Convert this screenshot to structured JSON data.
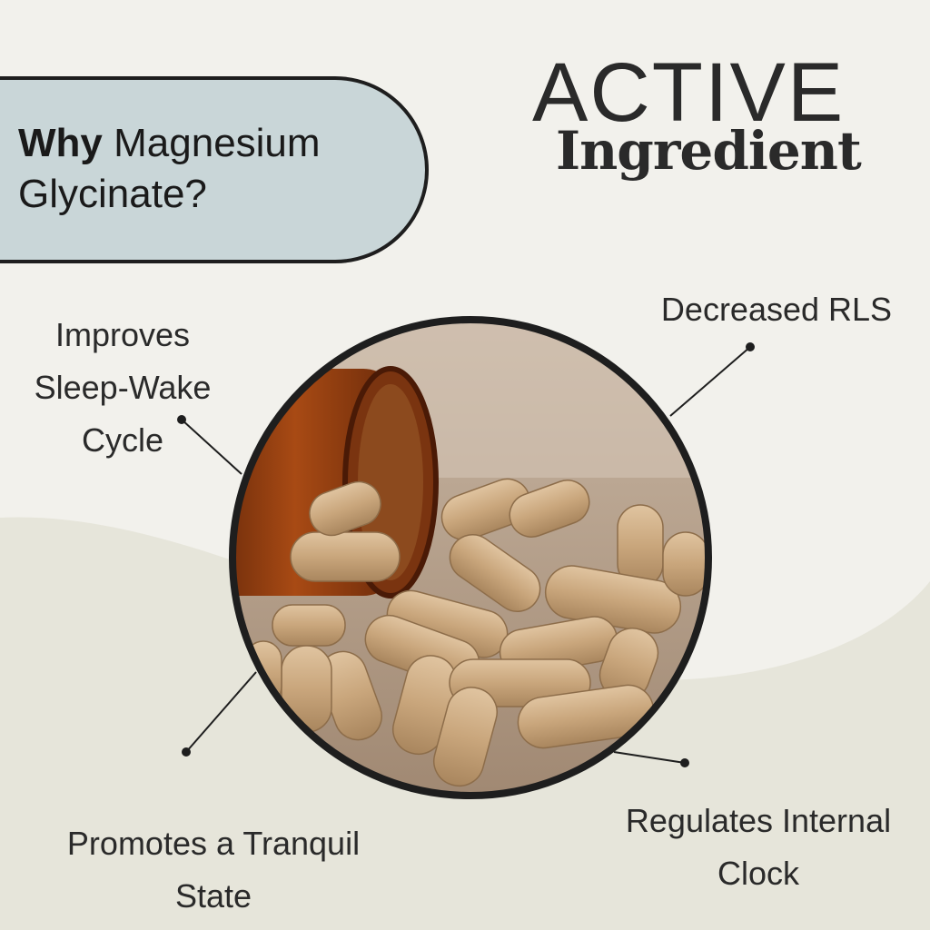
{
  "header": {
    "question_bold": "Why",
    "question_rest": "Magnesium Glycinate?",
    "title_line1": "ACTIVE",
    "title_line2": "Ingredient"
  },
  "benefits": {
    "top_left": "Improves Sleep-Wake Cycle",
    "top_right": "Decreased RLS",
    "bottom_left": "Promotes a Tranquil State",
    "bottom_right": "Regulates Internal Clock"
  },
  "colors": {
    "background": "#f2f1ec",
    "background_wave": "#e6e5da",
    "pill_fill": "#c9d6d8",
    "outline": "#1e1e1e",
    "capsule": "#caa982",
    "bottle": "#8a3e12"
  },
  "image": {
    "description_icon": "capsules-spilling-from-amber-bottle"
  }
}
